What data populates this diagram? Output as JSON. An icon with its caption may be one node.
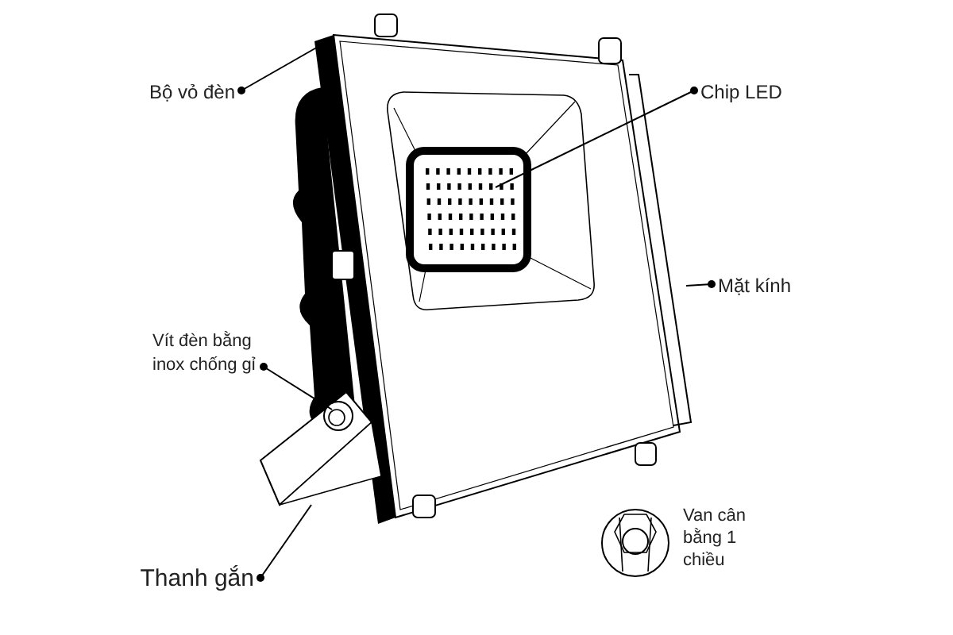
{
  "diagram": {
    "nodes": [
      {
        "text": [
          "Bộ vỏ đèn"
        ]
      },
      {
        "text": [
          "Chip LED"
        ]
      },
      {
        "text": [
          "Mặt kính"
        ]
      },
      {
        "text": [
          "Vít đèn bằng inox chống gỉ"
        ]
      },
      {
        "text": [
          "Thanh gắn"
        ]
      }
    ],
    "edges": [
      {
        "from": 0,
        "to": null,
        "arrow": "other"
      },
      {
        "from": 1,
        "to": null,
        "arrow": "other"
      },
      {
        "from": 2,
        "to": null,
        "arrow": "other"
      },
      {
        "from": 3,
        "to": null,
        "arrow": "other"
      },
      {
        "from": 4,
        "to": null,
        "arrow": "other"
      }
    ],
    "labels": [
      "Van cân bằng 1 chiều"
    ]
  }
}
